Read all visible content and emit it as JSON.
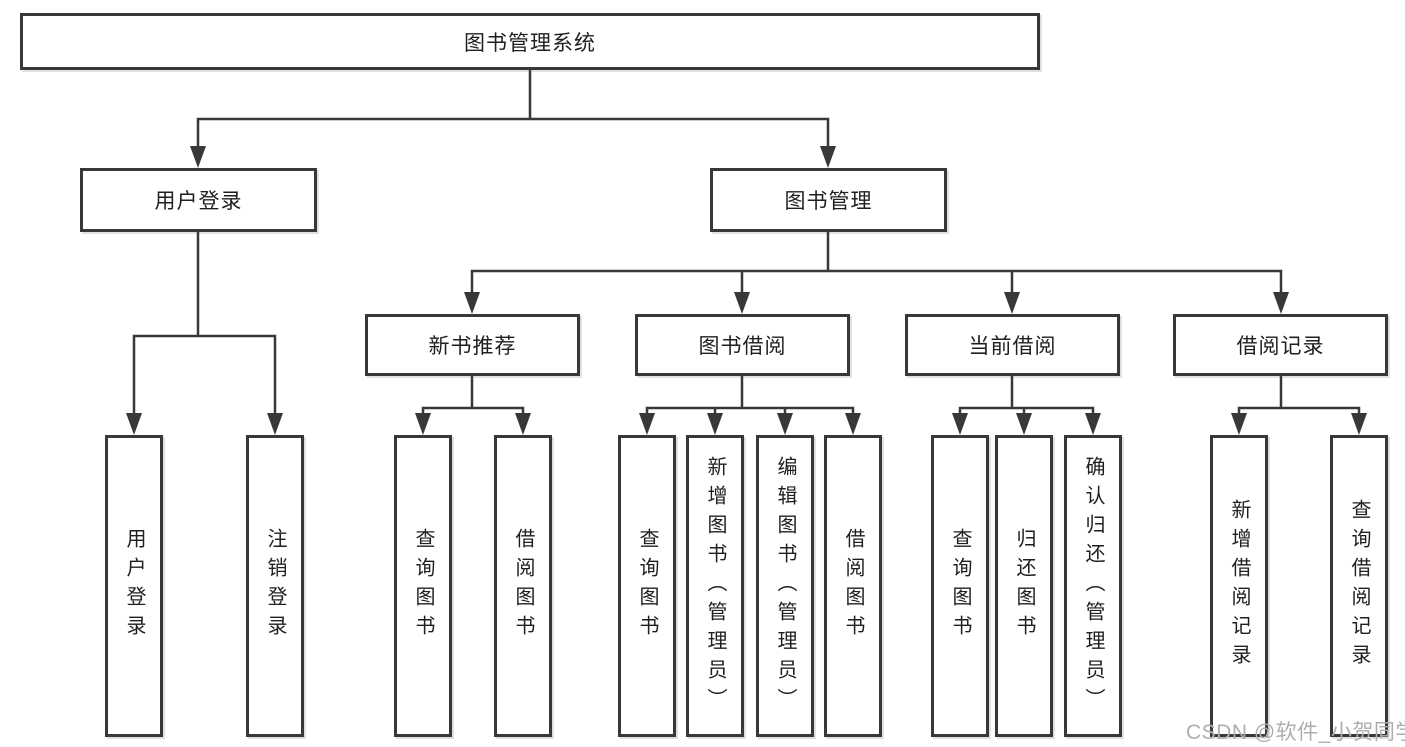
{
  "tree": {
    "label": "图书管理系统",
    "children": [
      {
        "label": "用户登录",
        "children": [
          {
            "label": "用户登录"
          },
          {
            "label": "注销登录"
          }
        ]
      },
      {
        "label": "图书管理",
        "children": [
          {
            "label": "新书推荐",
            "children": [
              {
                "label": "查询图书"
              },
              {
                "label": "借阅图书"
              }
            ]
          },
          {
            "label": "图书借阅",
            "children": [
              {
                "label": "查询图书"
              },
              {
                "label": "新增图书（管理员）"
              },
              {
                "label": "编辑图书（管理员）"
              },
              {
                "label": "借阅图书"
              }
            ]
          },
          {
            "label": "当前借阅",
            "children": [
              {
                "label": "查询图书"
              },
              {
                "label": "归还图书"
              },
              {
                "label": "确认归还（管理员）"
              }
            ]
          },
          {
            "label": "借阅记录",
            "children": [
              {
                "label": "新增借阅记录"
              },
              {
                "label": "查询借阅记录"
              }
            ]
          }
        ]
      }
    ]
  },
  "watermark": {
    "text": "CSDN @软件_小贺同学"
  },
  "colors": {
    "line": "#383838",
    "box_border": "#383838",
    "text": "#1f1f1f",
    "watermark": "#aeaeae",
    "background": "#ffffff"
  }
}
